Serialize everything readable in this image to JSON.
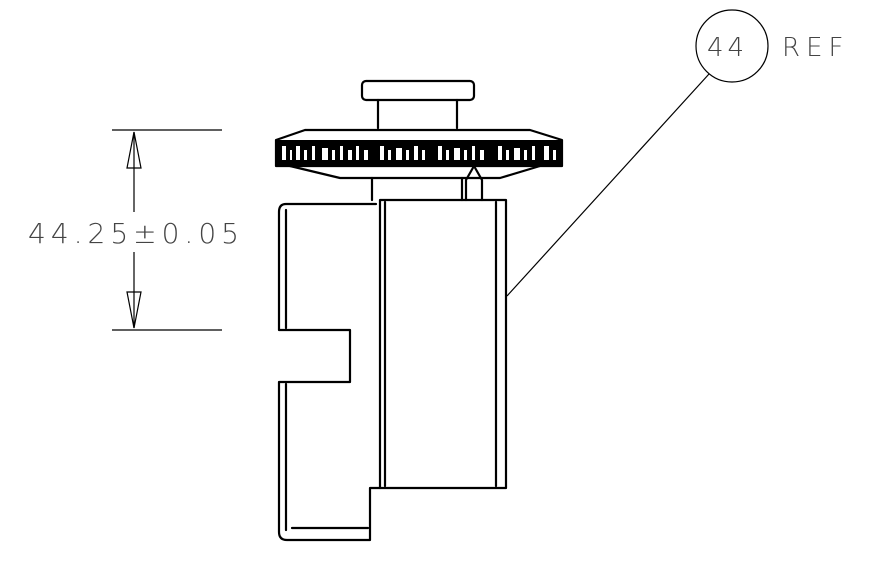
{
  "drawing": {
    "dimension": {
      "text": "44.25±0.05"
    },
    "balloon": {
      "number": "44",
      "suffix": "REF"
    }
  }
}
